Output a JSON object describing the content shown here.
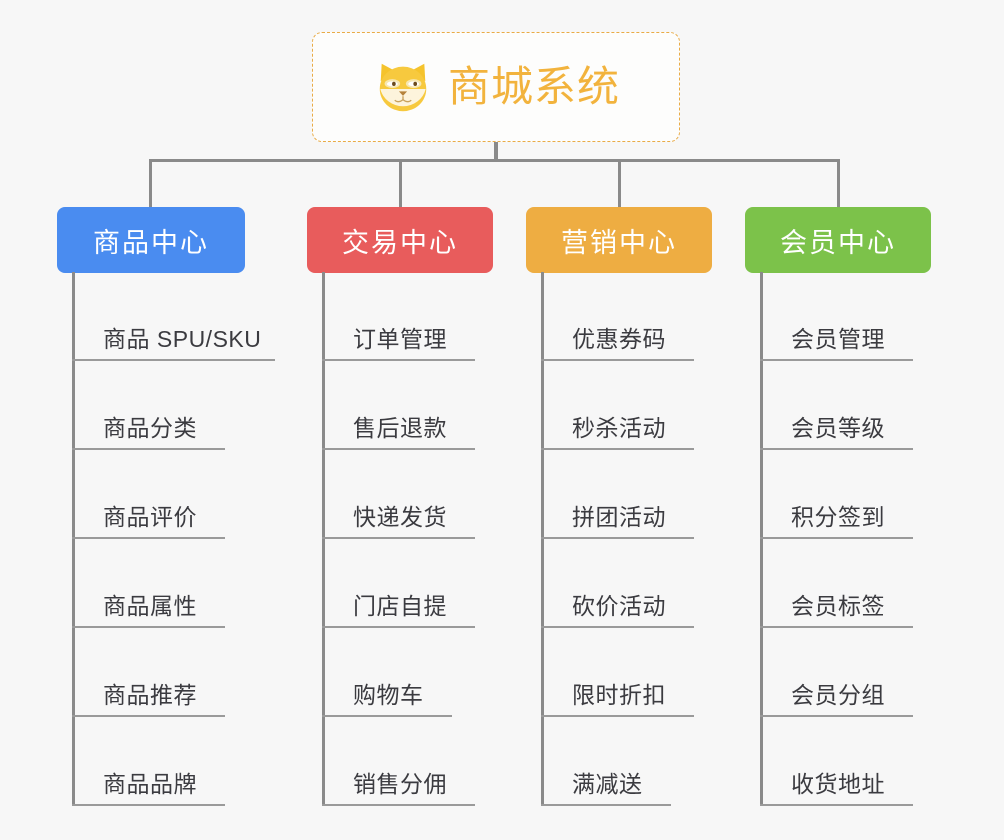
{
  "diagram": {
    "background_color": "#f7f7f7",
    "root": {
      "title": "商城系统",
      "logo_icon": "shiba-dog-head-icon",
      "title_color": "#f2b33d",
      "border_color": "#e9ab46"
    },
    "branches": [
      {
        "label": "商品中心",
        "color": "#4a8cf0",
        "items": [
          "商品 SPU/SKU",
          "商品分类",
          "商品评价",
          "商品属性",
          "商品推荐",
          "商品品牌"
        ]
      },
      {
        "label": "交易中心",
        "color": "#e85c5c",
        "items": [
          "订单管理",
          "售后退款",
          "快递发货",
          "门店自提",
          "购物车",
          "销售分佣"
        ]
      },
      {
        "label": "营销中心",
        "color": "#eead42",
        "items": [
          "优惠券码",
          "秒杀活动",
          "拼团活动",
          "砍价活动",
          "限时折扣",
          "满减送"
        ]
      },
      {
        "label": "会员中心",
        "color": "#7cc24a",
        "items": [
          "会员管理",
          "会员等级",
          "积分签到",
          "会员标签",
          "会员分组",
          "收货地址"
        ]
      }
    ],
    "connector_color": "#8a8a8a"
  }
}
